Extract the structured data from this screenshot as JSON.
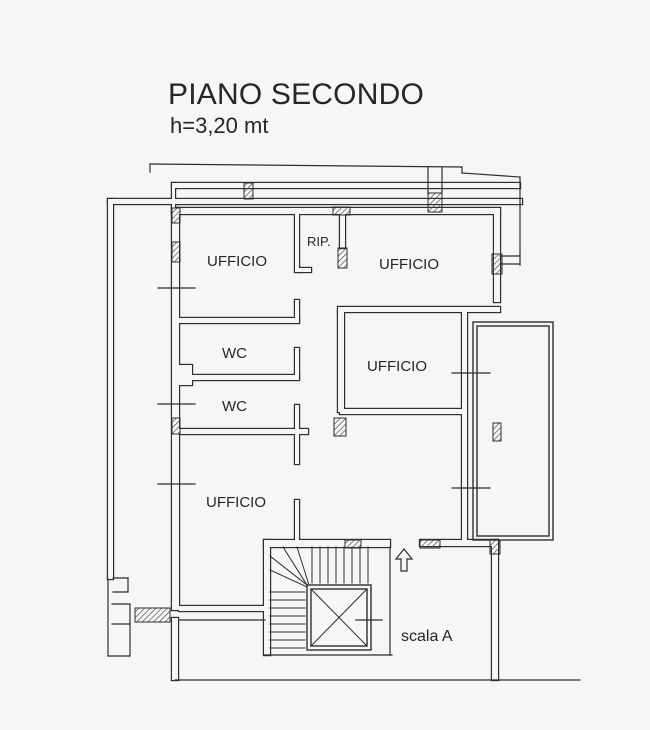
{
  "title": "PIANO SECONDO",
  "subtitle": "h=3,20 mt",
  "rooms": [
    {
      "label": "UFFICIO"
    },
    {
      "label": "RIP."
    },
    {
      "label": "UFFICIO"
    },
    {
      "label": "WC"
    },
    {
      "label": "UFFICIO"
    },
    {
      "label": "WC"
    },
    {
      "label": "UFFICIO"
    }
  ],
  "stair_label": "scala A",
  "icons": {
    "entrance_arrow": "arrow-up-icon"
  },
  "colors": {
    "line": "#2e2e2e",
    "background": "#f6f6f6"
  }
}
